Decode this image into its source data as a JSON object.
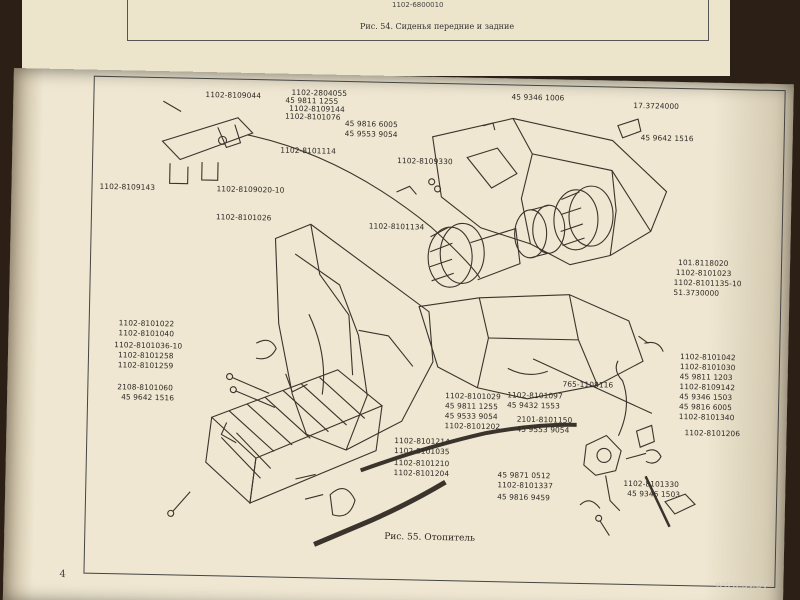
{
  "top_page": {
    "figure_caption": "Рис. 54. Сиденья передние и задние",
    "part_number": "1102-6800010"
  },
  "figure_caption": "Рис. 55. Отопитель",
  "page_mark": "4",
  "watermark": "www.ay.by",
  "callouts": [
    "1102-8109044",
    "1102-2804055",
    "45 9811 1255",
    "1102-8109144",
    "1102-8101076",
    "45 9346 1006",
    "17.3724000",
    "45 9816 6005",
    "45 9553 9054",
    "45 9642 1516",
    "1102-8101114",
    "1102-8109330",
    "1102-8109143",
    "1102-8109020-10",
    "1102-8101026",
    "1102-8101134",
    "101.8118020",
    "1102-8101023",
    "1102-8101135-10",
    "51.3730000",
    "1102-8101022",
    "1102-8101040",
    "1102-8101036-10",
    "1102-8101258",
    "1102-8101259",
    "2108-8101060",
    "45 9642 1516",
    "1102-8101042",
    "1102-8101030",
    "45 9811 1203",
    "1102-8109142",
    "45 9346 1503",
    "45 9816 6005",
    "1102-8101340",
    "1102-8101206",
    "765-1108116",
    "1102-8101097",
    "45 9432 1553",
    "2101-8101150",
    "45 9553 9054",
    "1102-8101029",
    "45 9811 1255",
    "45 9533 9054",
    "1102-8101202",
    "1102-8101214",
    "1102-8101035",
    "1102-8101210",
    "1102-8101204",
    "45 9871 0512",
    "1102-8101337",
    "45 9816 9459",
    "1102-8101330",
    "45 9346 1503"
  ]
}
